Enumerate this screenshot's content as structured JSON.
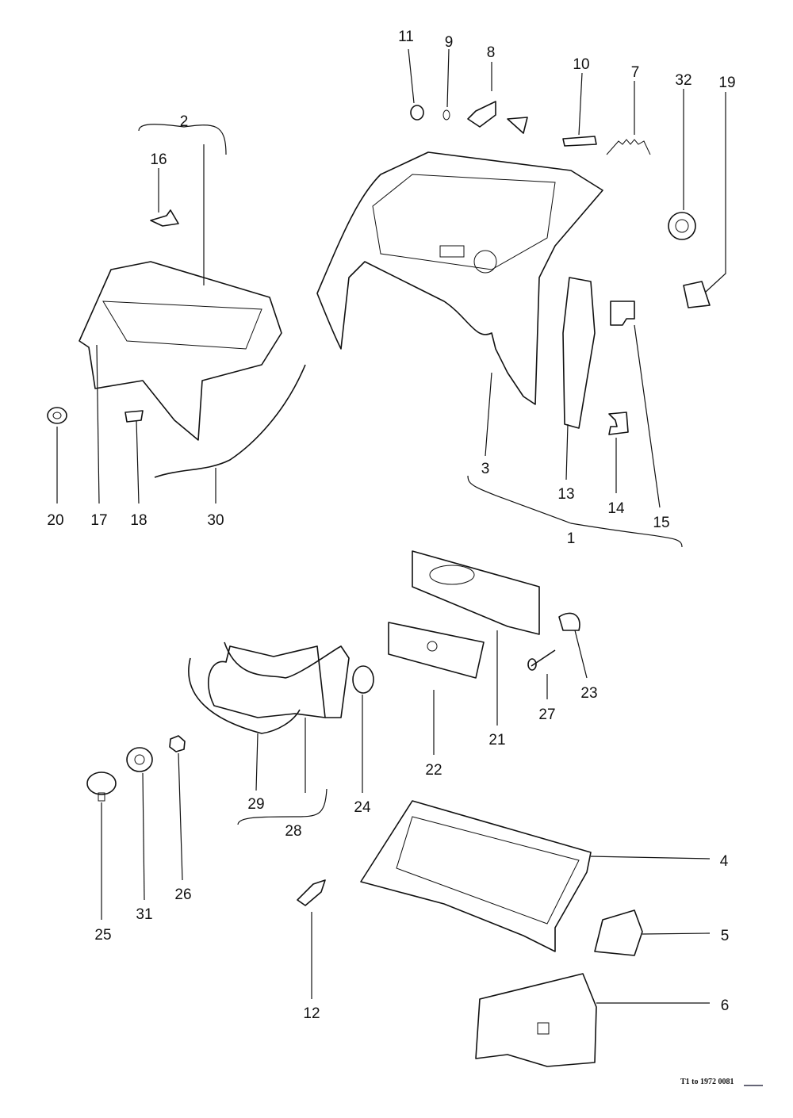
{
  "diagram": {
    "labels": {
      "n1": "1",
      "n2": "2",
      "n3": "3",
      "n4": "4",
      "n5": "5",
      "n6": "6",
      "n7": "7",
      "n8": "8",
      "n9": "9",
      "n10": "10",
      "n11": "11",
      "n12": "12",
      "n13": "13",
      "n14": "14",
      "n15": "15",
      "n16": "16",
      "n17": "17",
      "n18": "18",
      "n19": "19",
      "n20": "20",
      "n21": "21",
      "n22": "22",
      "n23": "23",
      "n24": "24",
      "n25": "25",
      "n26": "26",
      "n27": "27",
      "n28": "28",
      "n29": "29",
      "n30": "30",
      "n31": "31",
      "n32": "32"
    },
    "footer": "T1 to 1972 0081"
  }
}
